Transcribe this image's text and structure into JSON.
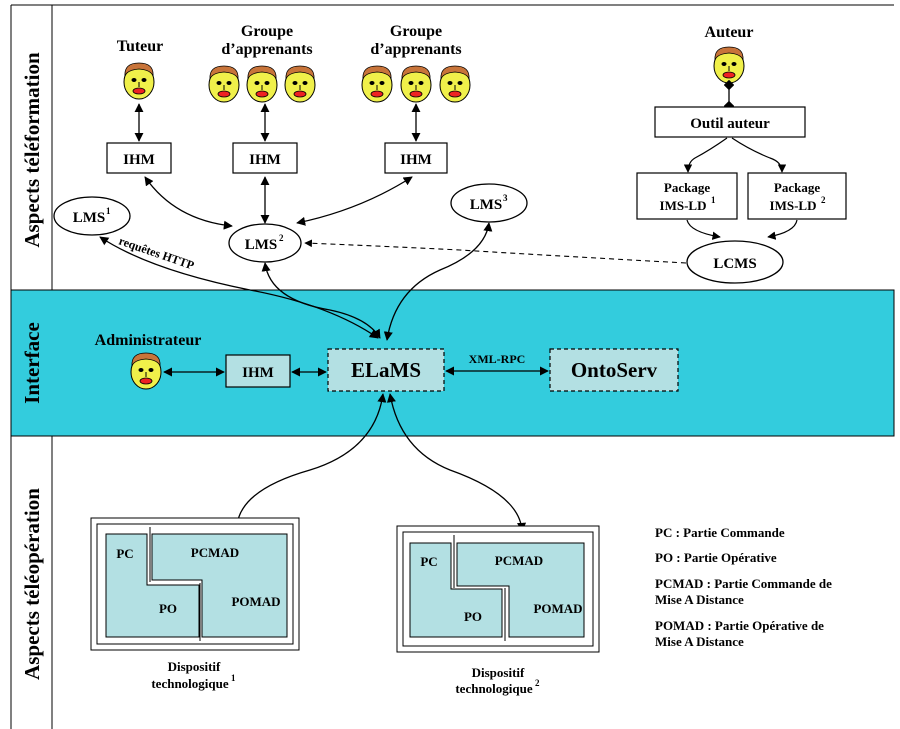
{
  "sections": {
    "teleformation": "Aspects téléformation",
    "interface": "Interface",
    "teleoperation": "Aspects téléopération"
  },
  "actors": {
    "tuteur": "Tuteur",
    "groupe1_line1": "Groupe",
    "groupe1_line2": "d’apprenants",
    "groupe2_line1": "Groupe",
    "groupe2_line2": "d’apprenants",
    "auteur": "Auteur",
    "administrateur": "Administrateur"
  },
  "boxes": {
    "ihm": "IHM",
    "outil_auteur": "Outil auteur",
    "package_label": "Package",
    "package_ims": "IMS-LD",
    "sup1": "1",
    "sup2": "2",
    "sup3": "3",
    "elams": "ELaMS",
    "ontoserv": "OntoServ"
  },
  "nodes": {
    "lms": "LMS",
    "lcms": "LCMS"
  },
  "edges": {
    "requetes_http": "requêtes HTTP",
    "xml_rpc": "XML-RPC"
  },
  "devices": {
    "pc": "PC",
    "pcmad": "PCMAD",
    "po": "PO",
    "pomad": "POMAD",
    "dispositif": "Dispositif",
    "technologique": "technologique"
  },
  "legend": {
    "pc": "PC : Partie Commande",
    "po": "PO : Partie Opérative",
    "pcmad_1": "PCMAD : Partie Commande de",
    "pcmad_2": "Mise A Distance",
    "pomad_1": "POMAD : Partie Opérative de",
    "pomad_2": "Mise A Distance"
  },
  "colors": {
    "interface_band": "#33ccdd",
    "box_fill": "#b3e0e3",
    "face": "#f0f04a",
    "hair": "#c8743a",
    "mouth": "#ee2222"
  }
}
